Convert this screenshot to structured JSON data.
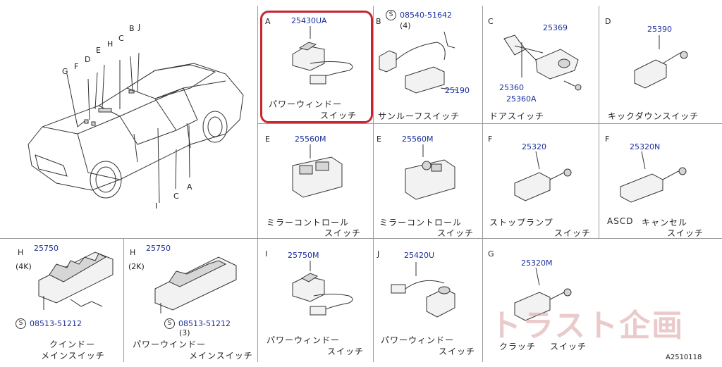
{
  "car_labels": [
    "A",
    "B",
    "C",
    "D",
    "E",
    "F",
    "G",
    "H",
    "I",
    "J"
  ],
  "cells": [
    {
      "letter": "A",
      "part": "25430UA",
      "caption": [
        "パワーウィンドー",
        "スイッチ"
      ]
    },
    {
      "letter": "B",
      "part": "25190",
      "screw": "08540-51642",
      "qty": "(4)",
      "caption": [
        "サンルーフスイッチ"
      ]
    },
    {
      "letter": "C",
      "parts": [
        "25369",
        "25360",
        "25360A"
      ],
      "caption": [
        "ドアスイッチ"
      ]
    },
    {
      "letter": "D",
      "part": "25390",
      "caption": [
        "キックダウンスイッチ"
      ]
    },
    {
      "letter": "E",
      "part": "25560M",
      "caption": [
        "ミラーコントロール",
        "スイッチ"
      ]
    },
    {
      "letter": "E",
      "part": "25560M",
      "caption": [
        "ミラーコントロール",
        "スイッチ"
      ]
    },
    {
      "letter": "F",
      "part": "25320",
      "caption": [
        "ストップランプ",
        "スイッチ"
      ]
    },
    {
      "letter": "F",
      "part": "25320N",
      "prefix": "ASCD",
      "caption": [
        "キャンセル",
        "スイッチ"
      ]
    },
    {
      "letter": "H",
      "part": "25750",
      "variant": "(4K)",
      "screw": "08513-51212",
      "caption": [
        "クインドー",
        "メインスイッチ"
      ]
    },
    {
      "letter": "H",
      "part": "25750",
      "variant": "(2K)",
      "screw": "08513-51212",
      "qty": "(3)",
      "caption": [
        "パワーウインドー",
        "メインスイッチ"
      ]
    },
    {
      "letter": "I",
      "part": "25750M",
      "caption": [
        "パワーウィンドー",
        "スイッチ"
      ]
    },
    {
      "letter": "J",
      "part": "25420U",
      "caption": [
        "パワーウィンドー",
        "スイッチ"
      ]
    },
    {
      "letter": "G",
      "part": "25320M",
      "caption": [
        "クラッチ",
        "スイッチ"
      ]
    }
  ],
  "screw_symbol": "S",
  "watermark": "トラスト企画",
  "reference": "A2510118",
  "highlight_color": "#c8242f",
  "part_number_color": "#1b2f9c"
}
